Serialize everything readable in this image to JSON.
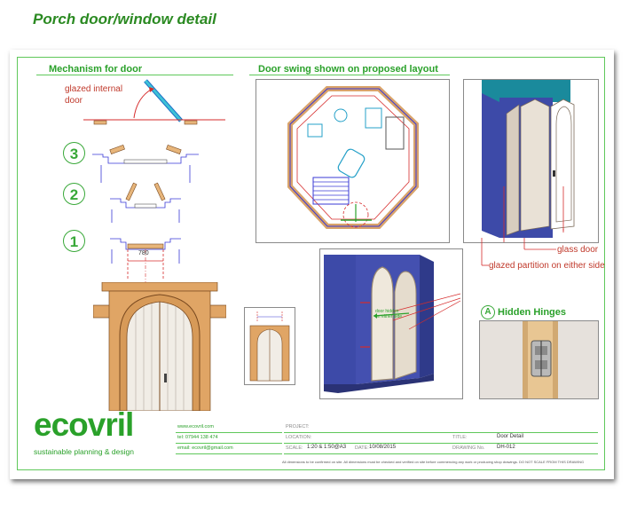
{
  "page": {
    "title": "Porch door/window detail"
  },
  "mechanism": {
    "title": "Mechanism for door",
    "door_label_line1": "glazed internal",
    "door_label_line2": "door",
    "steps": [
      "3",
      "2",
      "1"
    ],
    "dimension": "780"
  },
  "swing": {
    "title": "Door swing shown on proposed layout"
  },
  "labels": {
    "glass_door": "glass door",
    "glazed_partition": "glazed partition on either side",
    "door_hidden_note_line1": "door hidden",
    "door_hidden_note_line2": "on either side"
  },
  "hinges": {
    "badge": "A",
    "label": "Hidden Hinges"
  },
  "logo": {
    "name": "ecovril",
    "tagline": "sustainable planning & design"
  },
  "contact": {
    "website": "www.ecovril.com",
    "phone": "tel: 07944 138 474",
    "email": "email: ecovril@gmail.com"
  },
  "title_block": {
    "project_key": "PROJECT:",
    "location_key": "LOCATION:",
    "scale_key": "SCALE:",
    "scale_value": "1:20 & 1:50@A3",
    "date_key": "DATE:",
    "date_value": "10/08/2015",
    "title_key": "TITLE:",
    "title_value": "Door Detail",
    "drawing_key": "DRAWING No.",
    "drawing_value": "DH-012"
  },
  "disclaimer": "All dimensions to be confirmed on site. All dimensions must be checked and verified on site before commencing any work or producing shop drawings. DO NOT SCALE FROM THIS DRAWING",
  "colors": {
    "accent": "#2aa12a",
    "red": "#d62b2b",
    "wall_blue": "#3d4aa8",
    "door_wood": "#c8864a"
  }
}
